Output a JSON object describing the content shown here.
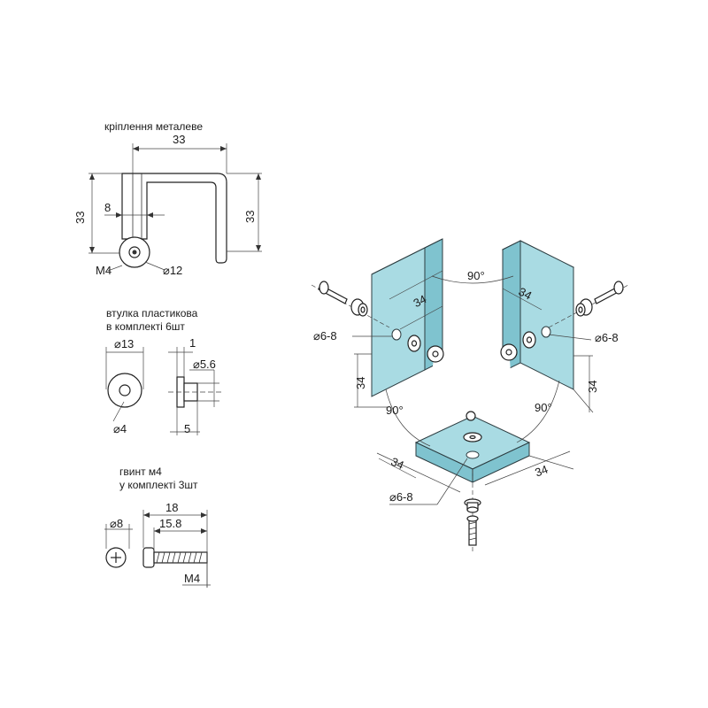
{
  "bracket": {
    "title": "кріплення металеве",
    "dim_width": "33",
    "dim_height_left": "33",
    "dim_height_right": "33",
    "dim_offset": "8",
    "thread": "M4",
    "diameter": "⌀12"
  },
  "bushing": {
    "title_line1": "втулка пластикова",
    "title_line2": "в комплекті 6шт",
    "outer_diameter": "⌀13",
    "inner_diameter": "⌀4",
    "flange": "1",
    "shank_diameter": "⌀5.6",
    "length": "5"
  },
  "screw": {
    "title_line1": "гвинт м4",
    "title_line2": "у комплекті 3шт",
    "head_diameter": "⌀8",
    "total_length": "18",
    "thread_length": "15.8",
    "thread": "M4"
  },
  "assembly": {
    "angle_top": "90°",
    "angle_left": "90°",
    "angle_right": "90°",
    "edge_left": "34",
    "edge_right": "34",
    "height_left": "34",
    "height_right": "34",
    "bottom_left": "34",
    "bottom_right": "34",
    "hole_left": "⌀6-8",
    "hole_right": "⌀6-8",
    "hole_bottom": "⌀6-8"
  },
  "colors": {
    "glass": "#a9dbe3",
    "glass_edge": "#7fc3cf",
    "line": "#222222"
  }
}
